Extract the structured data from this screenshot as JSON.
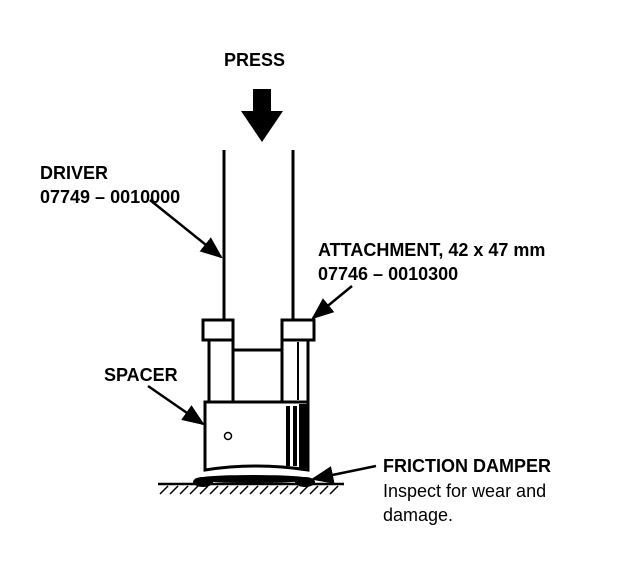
{
  "labels": {
    "press": "PRESS",
    "driver_name": "DRIVER",
    "driver_part": "07749 – 0010000",
    "attachment_name": "ATTACHMENT, 42 x 47 mm",
    "attachment_part": "07746 – 0010300",
    "spacer": "SPACER",
    "friction_damper": "FRICTION DAMPER",
    "note_line1": "Inspect for wear and",
    "note_line2": "damage."
  },
  "colors": {
    "ink": "#000000",
    "paper": "#ffffff"
  }
}
